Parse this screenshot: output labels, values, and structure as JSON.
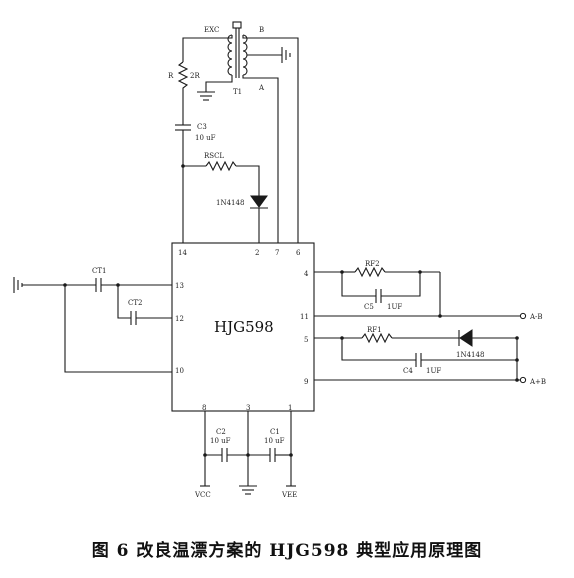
{
  "chip": {
    "name": "HJG598"
  },
  "pins": {
    "p14": "14",
    "p2": "2",
    "p7": "7",
    "p6": "6",
    "p13": "13",
    "p12": "12",
    "p10": "10",
    "p4": "4",
    "p11": "11",
    "p5": "5",
    "p9": "9",
    "p8": "8",
    "p3": "3",
    "p1": "1"
  },
  "components": {
    "exc": "EXC",
    "b": "B",
    "a": "A",
    "t1": "T1",
    "r": "R",
    "r_value": "2R",
    "c3": "C3",
    "c3_value": "10 uF",
    "rscl": "RSCL",
    "d1n4148": "1N4148",
    "ct1": "CT1",
    "ct2": "CT2",
    "rf2": "RF2",
    "c5": "C5",
    "c5_value": "1UF",
    "rf1": "RF1",
    "d2n4148": "1N4148",
    "c4": "C4",
    "c4_value": "1UF",
    "c2": "C2",
    "c2_value": "10 uF",
    "c1": "C1",
    "c1_value": "10 uF",
    "vcc": "VCC",
    "vee": "VEE",
    "out_amb": "A-B",
    "out_apb": "A+B"
  },
  "caption": "图 6   改良温漂方案的 HJG598 典型应用原理图"
}
